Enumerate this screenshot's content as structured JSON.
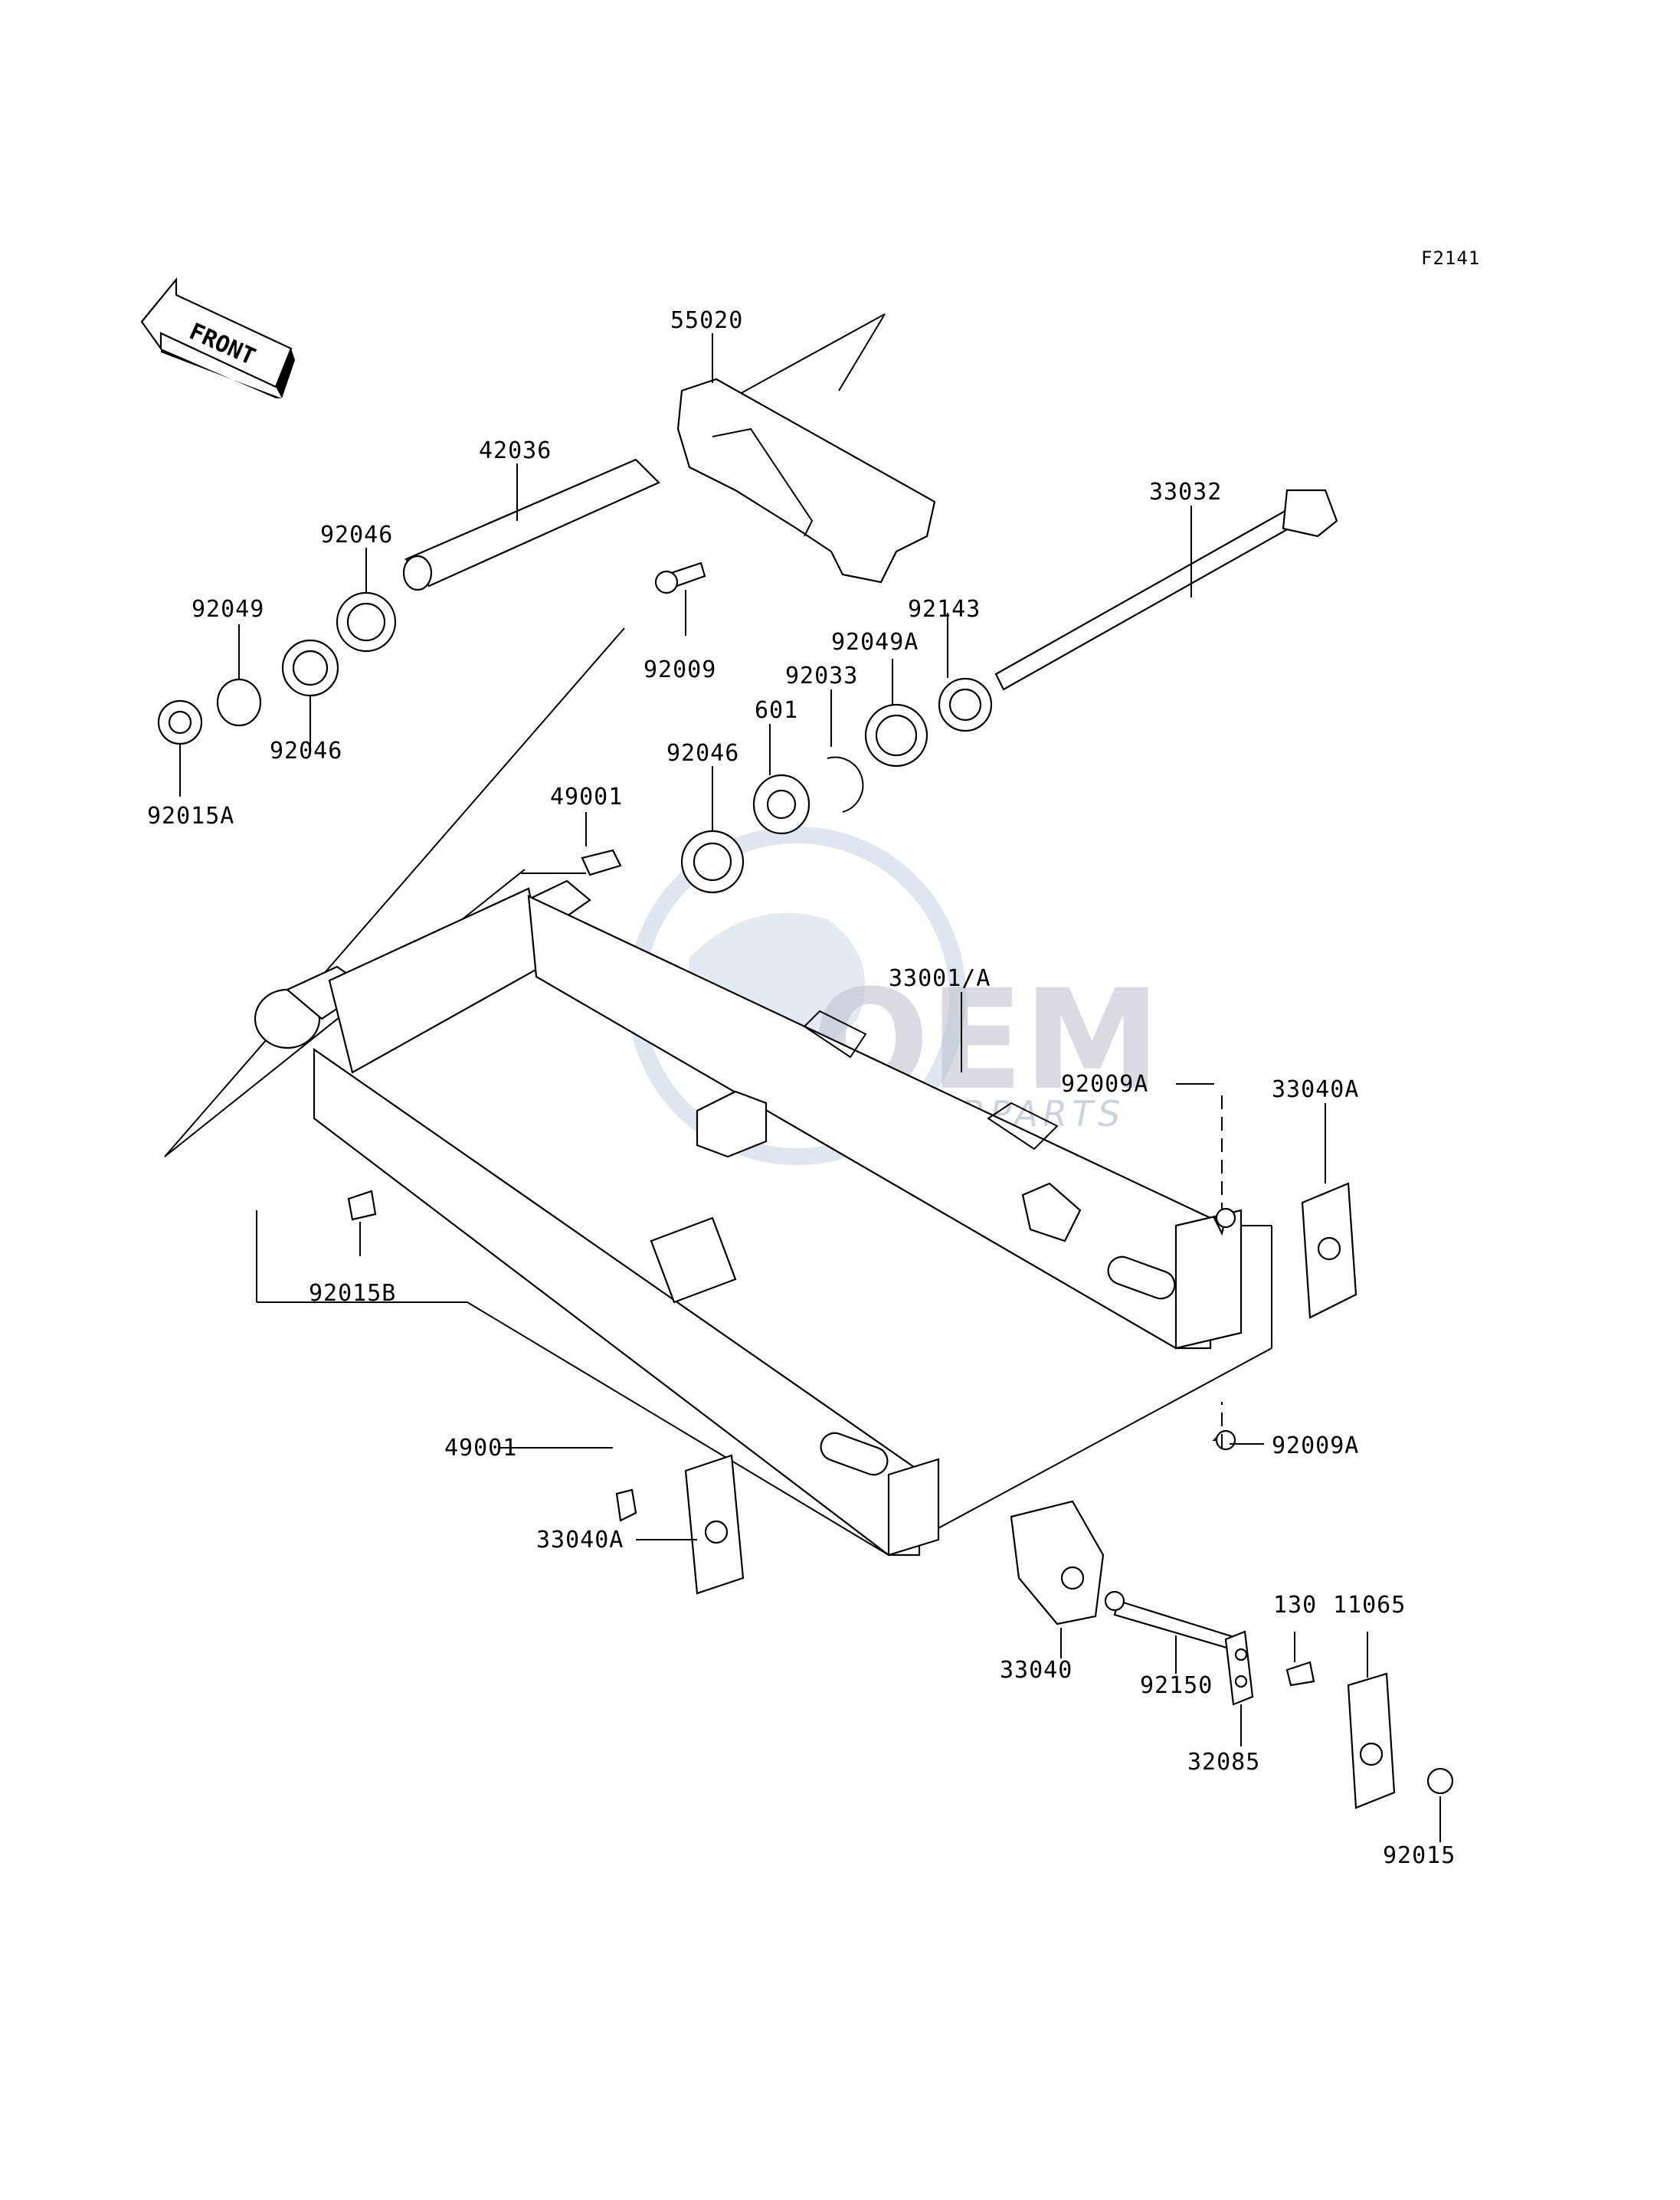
{
  "diagram_code": "F2141",
  "direction_marker": "FRONT",
  "watermark": {
    "brand": "OEM",
    "subtitle": "MOTORPARTS"
  },
  "part_labels": {
    "p55020": "55020",
    "p42036": "42036",
    "p33032": "33032",
    "p92046_top": "92046",
    "p92049": "92049",
    "p92046_mid": "92046",
    "p92015A": "92015A",
    "p92009": "92009",
    "p92143": "92143",
    "p92049A": "92049A",
    "p92033": "92033",
    "p601": "601",
    "p92046_low": "92046",
    "p49001_top": "49001",
    "p33001A": "33001/A",
    "p92009A_top": "92009A",
    "p33040A_right": "33040A",
    "p92015B": "92015B",
    "p49001_bottom": "49001",
    "p92009A_bottom": "92009A",
    "p33040A_left": "33040A",
    "p33040": "33040",
    "p92150": "92150",
    "p130": "130",
    "p11065": "11065",
    "p32085": "32085",
    "p92015": "92015"
  }
}
